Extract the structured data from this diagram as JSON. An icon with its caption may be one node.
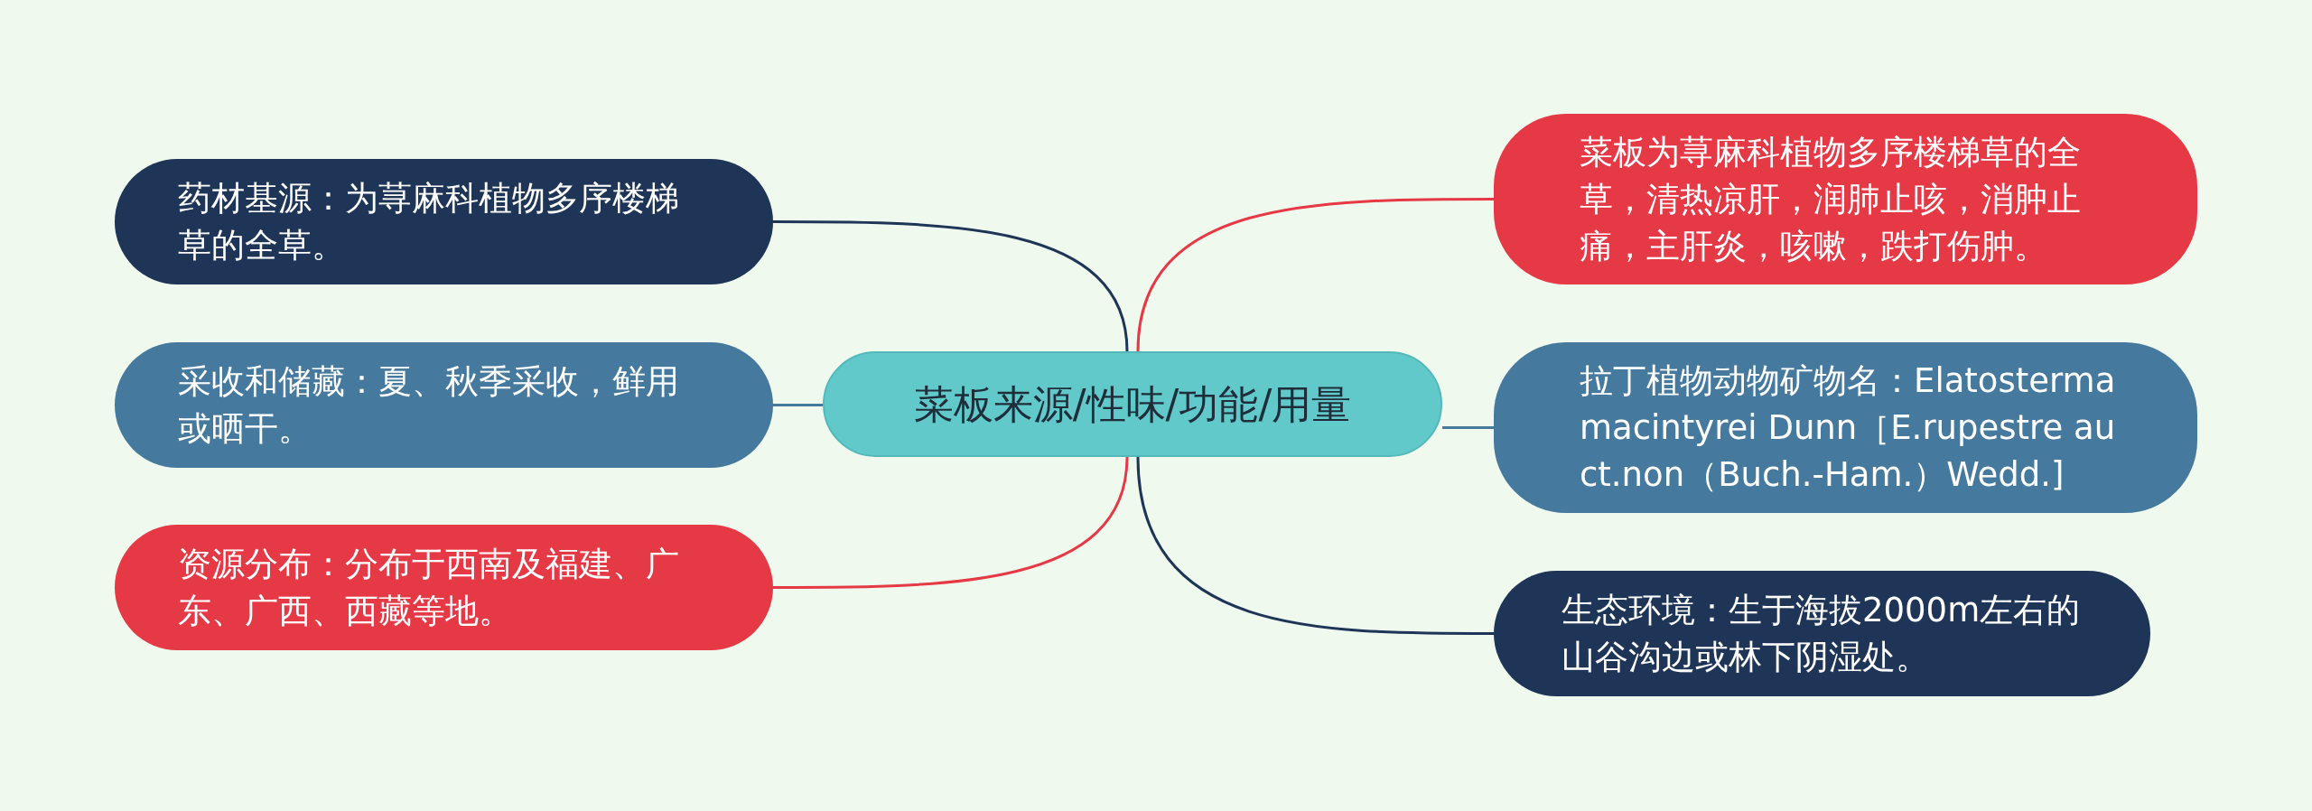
{
  "diagram": {
    "nodes": [
      {
        "text": [
          "菜板来源/性味/功能/用量"
        ]
      },
      {
        "text": [
          "药材基源：为荨麻科植物多序楼梯草的全草。"
        ]
      },
      {
        "text": [
          "采收和储藏：夏、秋季采收，鲜用或晒干。"
        ]
      },
      {
        "text": [
          "资源分布：分布于西南及福建、广东、广西、西藏等地。"
        ]
      },
      {
        "text": [
          "菜板为荨麻科植物多序楼梯草的全草，清热凉肝，润肺止咳，消肿止痛，主肝炎，咳嗽，跌打伤肿。"
        ]
      },
      {
        "text": [
          "拉丁植物动物矿物名：Elatosterma macintyrei Dunn［E.rupestre auct.non（Buch.-Ham.）Wedd.]"
        ]
      },
      {
        "text": [
          "生态环境：生于海拔2000m左右的山谷沟边或林下阴湿处。"
        ]
      }
    ],
    "edges": [
      {
        "from": 0,
        "to": 1,
        "arrow": "none",
        "color": "#1e3557"
      },
      {
        "from": 0,
        "to": 2,
        "arrow": "none",
        "color": "#46799e"
      },
      {
        "from": 0,
        "to": 3,
        "arrow": "none",
        "color": "#e63946"
      },
      {
        "from": 0,
        "to": 4,
        "arrow": "none",
        "color": "#e63946"
      },
      {
        "from": 0,
        "to": 5,
        "arrow": "none",
        "color": "#46799e"
      },
      {
        "from": 0,
        "to": 6,
        "arrow": "none",
        "color": "#1e3557"
      }
    ]
  }
}
